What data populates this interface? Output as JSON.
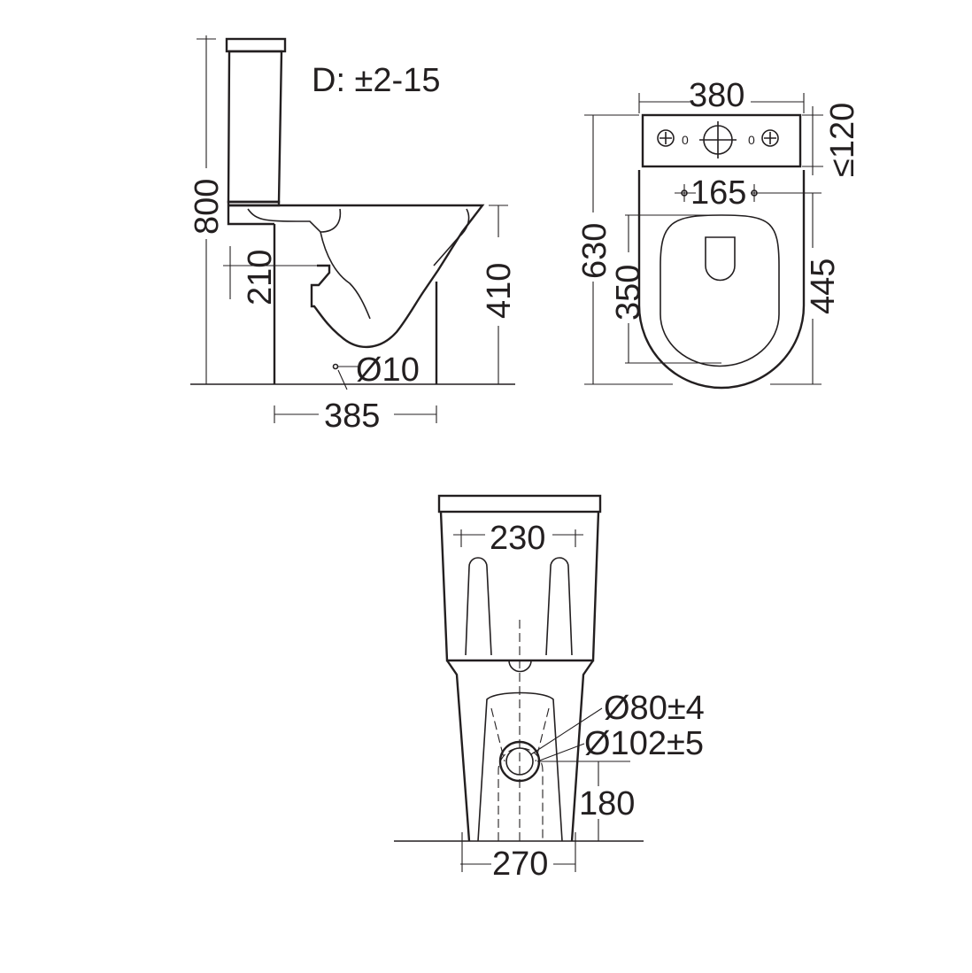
{
  "side_view": {
    "tolerance_note": "D: ±2-15",
    "height_total": "800",
    "outlet_height": "210",
    "seat_height": "410",
    "hole_diameter": "Ø10",
    "depth": "385"
  },
  "top_view": {
    "width": "380",
    "tank_depth": "≤120",
    "hinge_spacing": "165",
    "length": "630",
    "seat_inner": "350",
    "bowl_length": "445",
    "button_marks": [
      "0",
      "0"
    ]
  },
  "rear_view": {
    "fixing_spacing": "230",
    "inlet_diameter": "Ø80±4",
    "outlet_diameter": "Ø102±5",
    "outlet_center_height": "180",
    "base_width": "270"
  }
}
